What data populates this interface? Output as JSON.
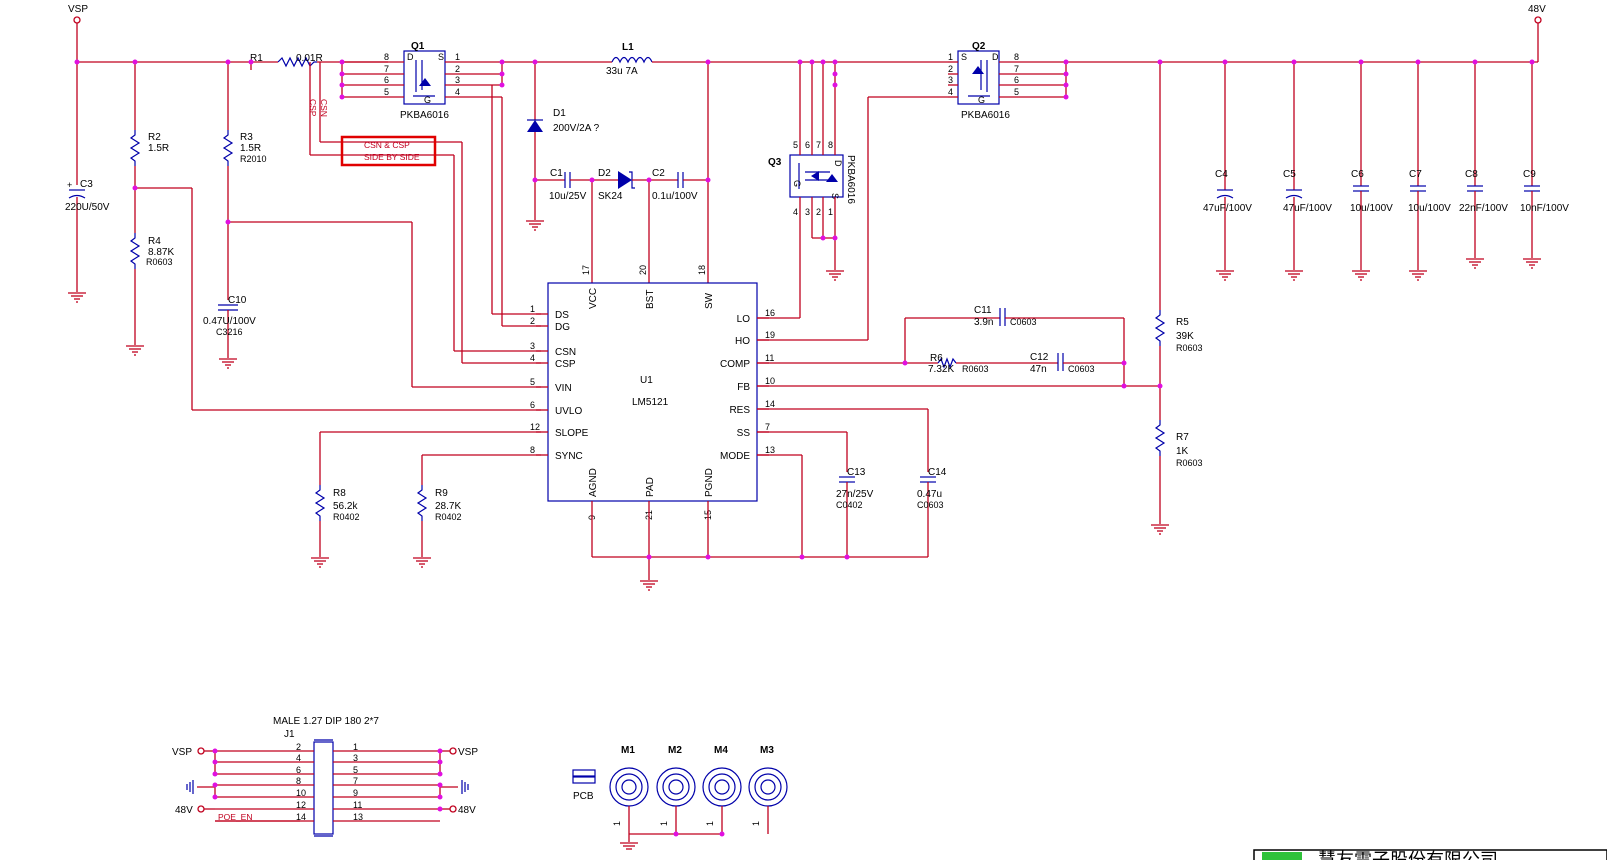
{
  "rails": {
    "vsp": "VSP",
    "v48": "48V"
  },
  "ic": {
    "ref": "U1",
    "part": "LM5121",
    "left_pins": [
      {
        "num": "1",
        "name": "DS"
      },
      {
        "num": "2",
        "name": "DG"
      },
      {
        "num": "3",
        "name": "CSN"
      },
      {
        "num": "4",
        "name": "CSP"
      },
      {
        "num": "5",
        "name": "VIN"
      },
      {
        "num": "6",
        "name": "UVLO"
      },
      {
        "num": "12",
        "name": "SLOPE"
      },
      {
        "num": "8",
        "name": "SYNC"
      }
    ],
    "right_pins": [
      {
        "num": "16",
        "name": "LO"
      },
      {
        "num": "19",
        "name": "HO"
      },
      {
        "num": "11",
        "name": "COMP"
      },
      {
        "num": "10",
        "name": "FB"
      },
      {
        "num": "14",
        "name": "RES"
      },
      {
        "num": "7",
        "name": "SS"
      },
      {
        "num": "13",
        "name": "MODE"
      }
    ],
    "top_pins": [
      {
        "num": "17",
        "name": "VCC"
      },
      {
        "num": "20",
        "name": "BST"
      },
      {
        "num": "18",
        "name": "SW"
      }
    ],
    "bottom_pins": [
      {
        "num": "9",
        "name": "AGND"
      },
      {
        "num": "21",
        "name": "PAD"
      },
      {
        "num": "15",
        "name": "PGND"
      }
    ]
  },
  "components": {
    "R1": {
      "ref": "R1",
      "value": "0.01R"
    },
    "Q1": {
      "ref": "Q1",
      "part": "PKBA6016",
      "pins": [
        "8",
        "7",
        "6",
        "5",
        "1",
        "2",
        "3",
        "4"
      ],
      "s": "S",
      "d": "D",
      "g": "G"
    },
    "Q2": {
      "ref": "Q2",
      "part": "PKBA6016",
      "pins": [
        "1",
        "2",
        "3",
        "4",
        "8",
        "7",
        "6",
        "5"
      ],
      "s": "S",
      "d": "D",
      "g": "G"
    },
    "Q3": {
      "ref": "Q3",
      "part": "PKBA6016",
      "top": [
        "5",
        "6",
        "7",
        "8"
      ],
      "bottom": [
        "4",
        "3",
        "2",
        "1"
      ],
      "g": "G",
      "s": "S",
      "d": "D"
    },
    "L1": {
      "ref": "L1",
      "value": "33u 7A"
    },
    "D1": {
      "ref": "D1",
      "value": "200V/2A ?"
    },
    "D2": {
      "ref": "D2",
      "value": "SK24"
    },
    "C1": {
      "ref": "C1",
      "value": "10u/25V"
    },
    "C2": {
      "ref": "C2",
      "value": "0.1u/100V"
    },
    "C3": {
      "ref": "C3",
      "value": "220U/50V"
    },
    "R2": {
      "ref": "R2",
      "value": "1.5R"
    },
    "R3": {
      "ref": "R3",
      "value": "1.5R",
      "pkg": "R2010"
    },
    "R4": {
      "ref": "R4",
      "value": "8.87K",
      "pkg": "R0603"
    },
    "C10": {
      "ref": "C10",
      "value": "0.47U/100V",
      "pkg": "C3216"
    },
    "C4": {
      "ref": "C4",
      "value": "47uF/100V"
    },
    "C5": {
      "ref": "C5",
      "value": "47uF/100V"
    },
    "C6": {
      "ref": "C6",
      "value": "10u/100V"
    },
    "C7": {
      "ref": "C7",
      "value": "10u/100V"
    },
    "C8": {
      "ref": "C8",
      "value": "22nF/100V"
    },
    "C9": {
      "ref": "C9",
      "value": "10nF/100V"
    },
    "C11": {
      "ref": "C11",
      "value": "3.9n",
      "pkg": "C0603"
    },
    "C12": {
      "ref": "C12",
      "value": "47n",
      "pkg": "C0603"
    },
    "R6": {
      "ref": "R6",
      "value": "7.32K",
      "pkg": "R0603"
    },
    "R5": {
      "ref": "R5",
      "value": "39K",
      "pkg": "R0603"
    },
    "R7": {
      "ref": "R7",
      "value": "1K",
      "pkg": "R0603"
    },
    "C13": {
      "ref": "C13",
      "value": "27n/25V",
      "pkg": "C0402"
    },
    "C14": {
      "ref": "C14",
      "value": "0.47u",
      "pkg": "C0603"
    },
    "R8": {
      "ref": "R8",
      "value": "56.2k",
      "pkg": "R0402"
    },
    "R9": {
      "ref": "R9",
      "value": "28.7K",
      "pkg": "R0402"
    }
  },
  "nets": {
    "csn": "CSN",
    "csp": "CSP"
  },
  "note": {
    "line1": "CSN & CSP",
    "line2": "SIDE BY SIDE"
  },
  "connector": {
    "ref": "J1",
    "desc": "MALE 1.27 DIP 180 2*7",
    "left_pins": [
      "2",
      "4",
      "6",
      "8",
      "10",
      "12",
      "14"
    ],
    "right_pins": [
      "1",
      "3",
      "5",
      "7",
      "9",
      "11",
      "13"
    ],
    "left_labels": {
      "vsp": "VSP",
      "v48": "48V",
      "poe": "POE_EN"
    },
    "right_labels": {
      "vsp": "VSP",
      "v48": "48V"
    }
  },
  "mounts": {
    "items": [
      "M1",
      "M2",
      "M4",
      "M3"
    ],
    "pin": "1",
    "pcb": "PCB"
  },
  "title_block": {
    "company": "慧友電子股份有限公司"
  }
}
